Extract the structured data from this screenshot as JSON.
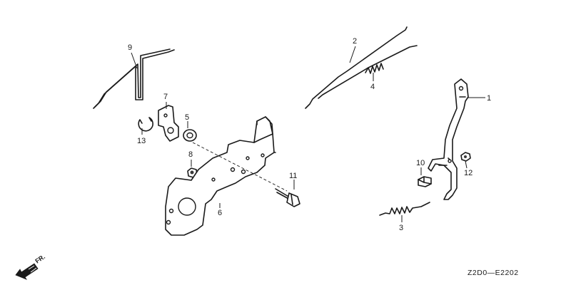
{
  "callouts": {
    "p1": "1",
    "p2": "2",
    "p3": "3",
    "p4": "4",
    "p5": "5",
    "p6": "6",
    "p7": "7",
    "p8": "8",
    "p9": "9",
    "p10": "10",
    "p11": "11",
    "p12": "12",
    "p13": "13"
  },
  "direction_marker": {
    "label": "FR."
  },
  "diagram_code": "Z2D0—E2202"
}
